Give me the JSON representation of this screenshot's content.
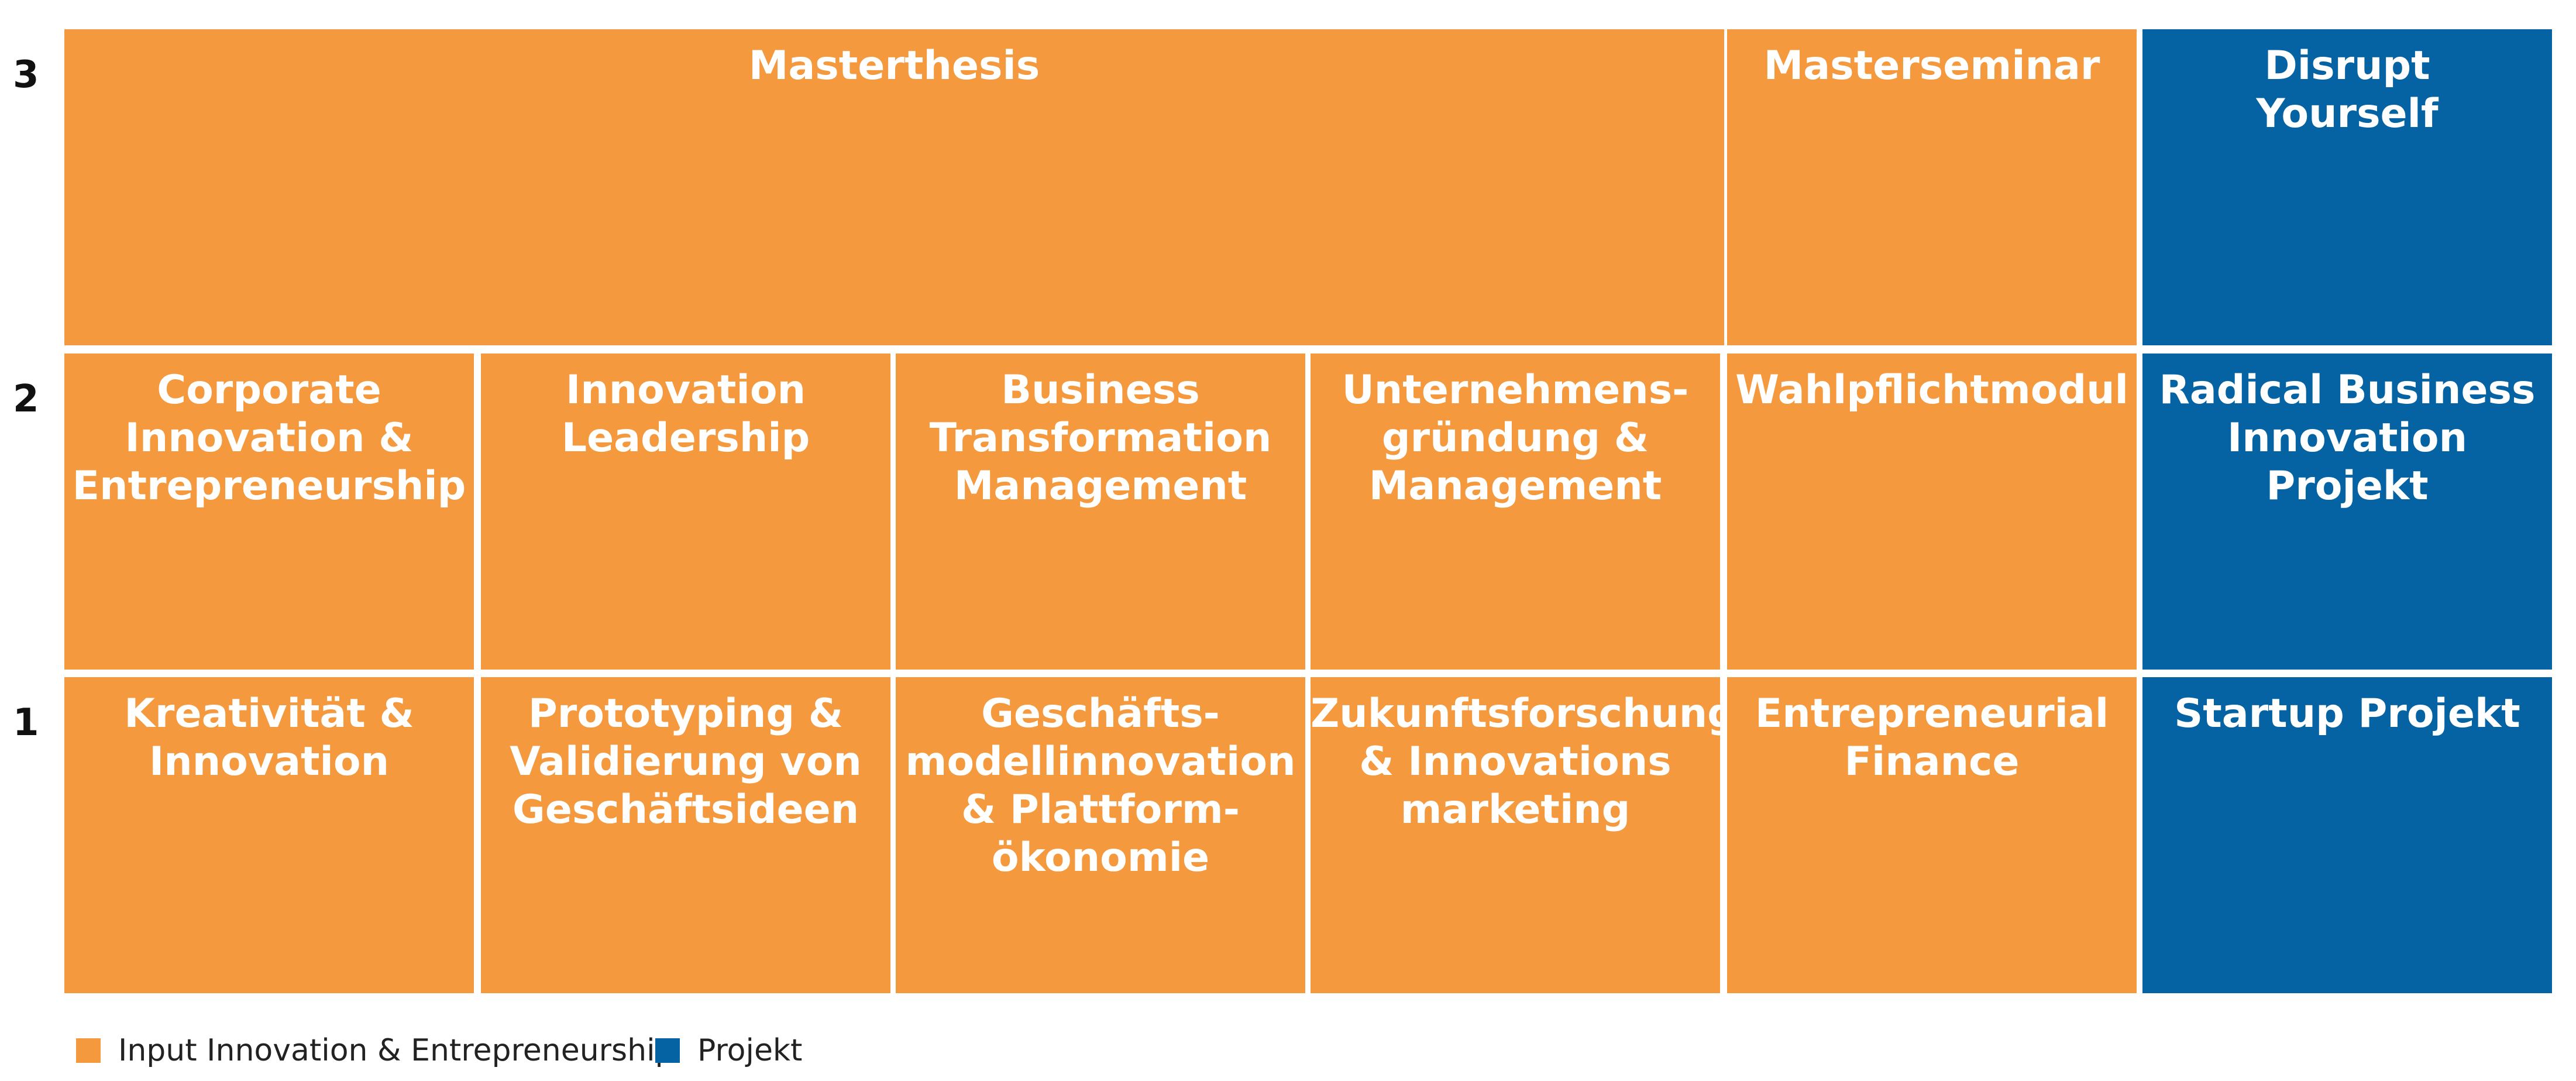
{
  "rows": [
    "3",
    "2",
    "1"
  ],
  "cells": [
    {
      "id": "masterthesis",
      "row": 0,
      "col": 0,
      "span": 4,
      "category": "input",
      "label": "Masterthesis"
    },
    {
      "id": "masterseminar",
      "row": 0,
      "col": 4,
      "span": 1,
      "category": "input",
      "label": "Masterseminar"
    },
    {
      "id": "disrupt-yourself",
      "row": 0,
      "col": 5,
      "span": 1,
      "category": "projekt",
      "label": "Disrupt\nYourself"
    },
    {
      "id": "corporate-innovation",
      "row": 1,
      "col": 0,
      "span": 1,
      "category": "input",
      "label": "Corporate\nInnovation &\nEntrepreneurship"
    },
    {
      "id": "innovation-leadership",
      "row": 1,
      "col": 1,
      "span": 1,
      "category": "input",
      "label": "Innovation\nLeadership"
    },
    {
      "id": "business-transformation",
      "row": 1,
      "col": 2,
      "span": 1,
      "category": "input",
      "label": "Business\nTransformation\nManagement"
    },
    {
      "id": "unternehmensgruendung",
      "row": 1,
      "col": 3,
      "span": 1,
      "category": "input",
      "label": "Unternehmens-\ngründung &\nManagement"
    },
    {
      "id": "wahlpflichtmodul",
      "row": 1,
      "col": 4,
      "span": 1,
      "category": "input",
      "label": "Wahlpflichtmodul"
    },
    {
      "id": "radical-business",
      "row": 1,
      "col": 5,
      "span": 1,
      "category": "projekt",
      "label": "Radical Business\nInnovation Projekt"
    },
    {
      "id": "kreativitaet",
      "row": 2,
      "col": 0,
      "span": 1,
      "category": "input",
      "label": "Kreativität &\nInnovation"
    },
    {
      "id": "prototyping",
      "row": 2,
      "col": 1,
      "span": 1,
      "category": "input",
      "label": "Prototyping &\nValidierung von\nGeschäftsideen"
    },
    {
      "id": "geschaeftsmodell",
      "row": 2,
      "col": 2,
      "span": 1,
      "category": "input",
      "label": "Geschäfts-\nmodellinnovation\n& Plattform-\nökonomie"
    },
    {
      "id": "zukunftsforschung",
      "row": 2,
      "col": 3,
      "span": 1,
      "category": "input",
      "label": "Zukunftsforschung\n& Innovations\nmarketing"
    },
    {
      "id": "entrepreneurial-finance",
      "row": 2,
      "col": 4,
      "span": 1,
      "category": "input",
      "label": "Entrepreneurial\nFinance"
    },
    {
      "id": "startup-projekt",
      "row": 2,
      "col": 5,
      "span": 1,
      "category": "projekt",
      "label": "Startup Projekt"
    }
  ],
  "legend": [
    {
      "category": "input",
      "label": "Input Innovation & Entrepreneurship",
      "color": "#f4993d"
    },
    {
      "category": "projekt",
      "label": "Projekt",
      "color": "#0563a4"
    }
  ],
  "colors": {
    "input": "#f4993d",
    "projekt": "#0563a4"
  }
}
